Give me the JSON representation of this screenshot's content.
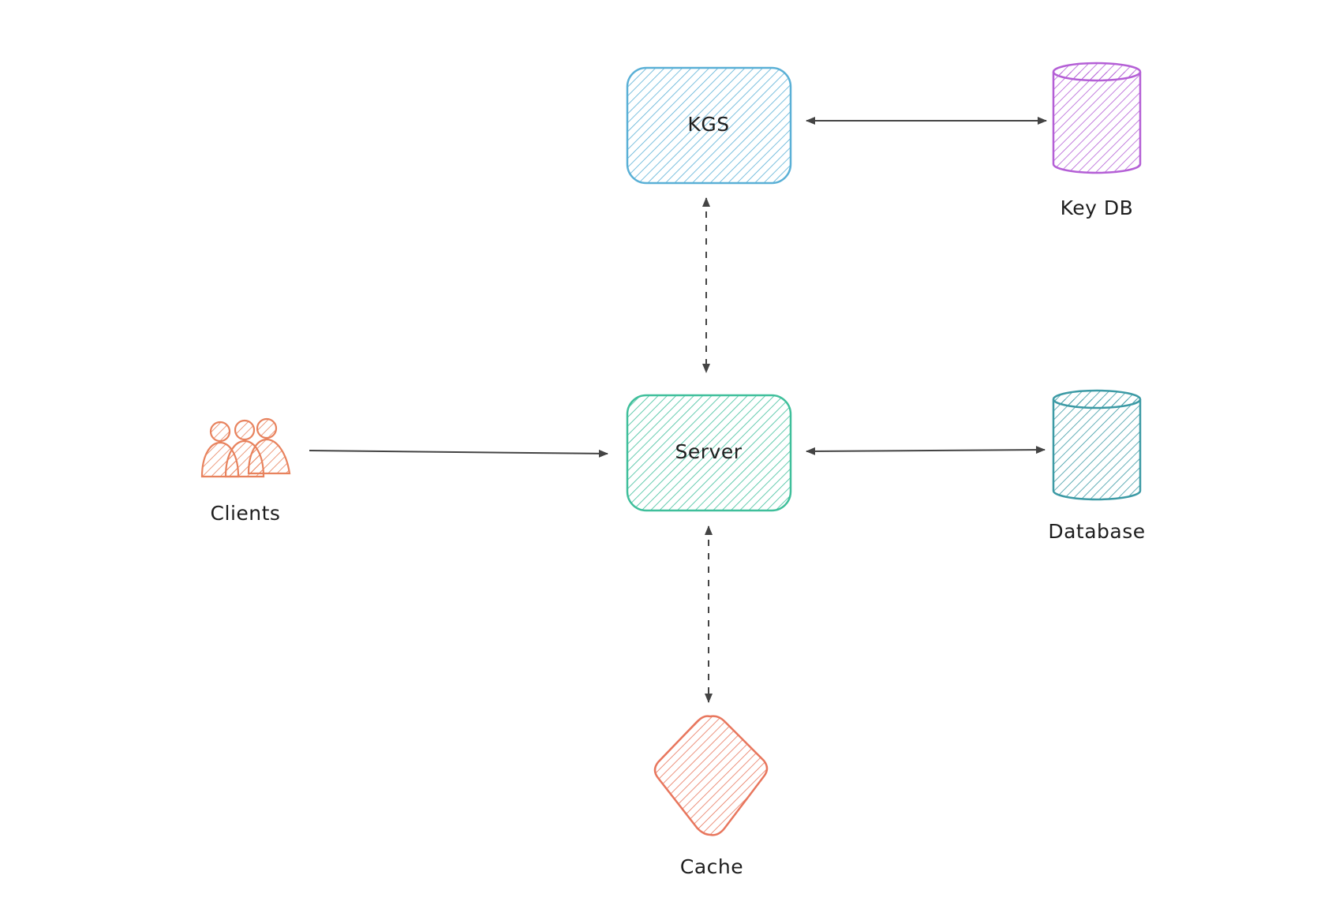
{
  "diagram": {
    "nodes": {
      "kgs": {
        "label": "KGS",
        "shape": "rounded-rect",
        "color": "#5ab0d6"
      },
      "server": {
        "label": "Server",
        "shape": "rounded-rect",
        "color": "#3fbf9b"
      },
      "key_db": {
        "label": "Key DB",
        "shape": "cylinder",
        "color": "#b45fd6"
      },
      "database": {
        "label": "Database",
        "shape": "cylinder",
        "color": "#3c9aa5"
      },
      "clients": {
        "label": "Clients",
        "shape": "users-icon",
        "color": "#e8825d"
      },
      "cache": {
        "label": "Cache",
        "shape": "diamond",
        "color": "#e8765d"
      }
    },
    "edges": [
      {
        "from": "kgs",
        "to": "key_db",
        "style": "solid",
        "direction": "both"
      },
      {
        "from": "kgs",
        "to": "server",
        "style": "dashed",
        "direction": "both"
      },
      {
        "from": "clients",
        "to": "server",
        "style": "solid",
        "direction": "forward"
      },
      {
        "from": "server",
        "to": "database",
        "style": "solid",
        "direction": "both"
      },
      {
        "from": "server",
        "to": "cache",
        "style": "dashed",
        "direction": "both"
      }
    ],
    "edge_color": "#444444",
    "text_color": "#1e1e1e"
  }
}
